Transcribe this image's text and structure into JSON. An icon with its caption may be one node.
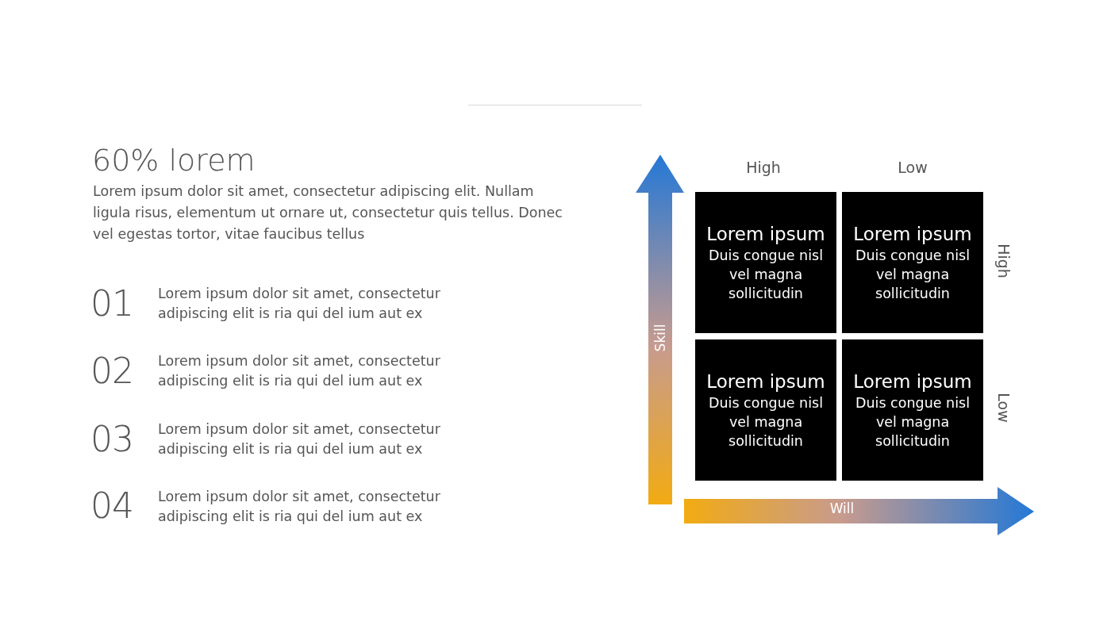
{
  "diagram": {
    "title": "60% lorem",
    "nodes": [
      {
        "text": [
          "Lorem ipsum",
          "Duis congue nisl vel magna sollicitudin"
        ]
      },
      {
        "text": [
          "Lorem ipsum",
          "Duis congue nisl vel magna sollicitudin"
        ]
      },
      {
        "text": [
          "Lorem ipsum",
          "Duis congue nisl vel magna sollicitudin"
        ]
      },
      {
        "text": [
          "Lorem ipsum",
          "Duis congue nisl vel magna sollicitudin"
        ]
      }
    ],
    "edges": [],
    "labels": [
      "Lorem ipsum dolor sit amet, consectetur adipiscing elit. Nullam ligula risus, elementum ut ornare ut, consectetur quis tellus. Donec vel egestas tortor, vitae faucibus tellus",
      "01",
      "Lorem ipsum dolor sit amet, consectetur adipiscing elit is ria qui del ium aut ex",
      "02",
      "Lorem ipsum dolor sit amet, consectetur adipiscing elit is ria qui del ium aut ex",
      "03",
      "Lorem ipsum dolor sit amet, consectetur adipiscing elit is ria qui del ium aut ex",
      "04",
      "Lorem ipsum dolor sit amet, consectetur adipiscing elit is ria qui del ium aut ex",
      "High",
      "Low",
      "High",
      "Low",
      "Skill",
      "Will"
    ]
  }
}
